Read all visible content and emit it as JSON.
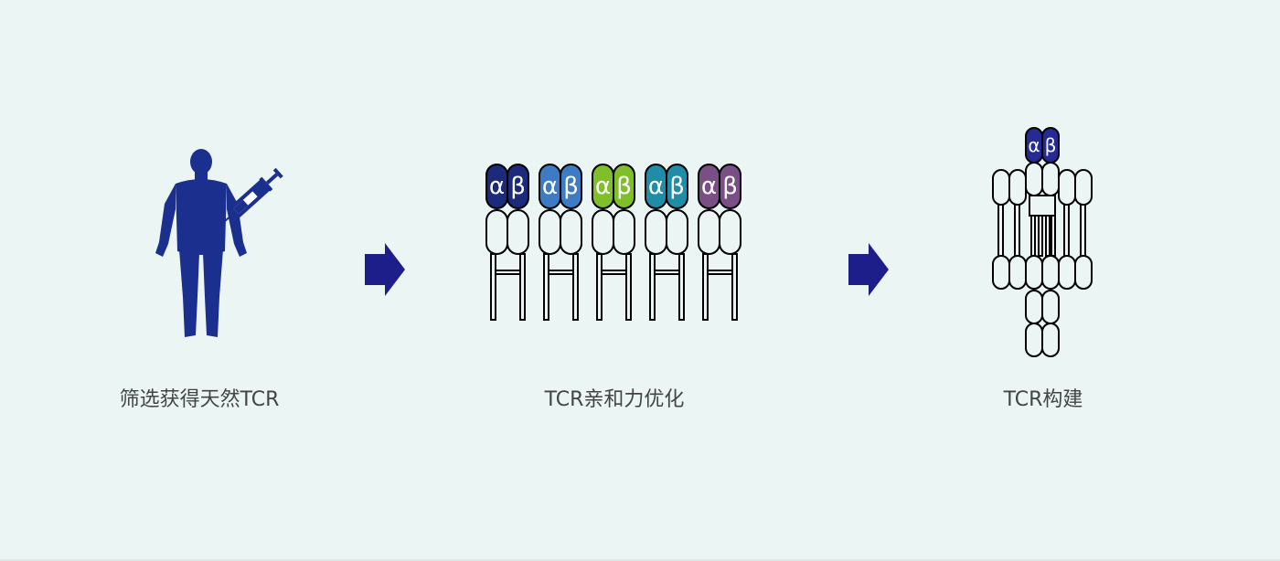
{
  "steps": [
    {
      "label": "筛选获得天然TCR"
    },
    {
      "label": "TCR亲和力优化"
    },
    {
      "label": "TCR构建"
    }
  ],
  "chain_glyphs": {
    "alpha": "α",
    "beta": "β"
  },
  "colors": {
    "background": "#ebf5f4",
    "arrow": "#1e1e8a",
    "silhouette": "#1b2f8e",
    "tcr_variants": [
      "#1b2a7a",
      "#3d7cc4",
      "#7fbf2a",
      "#1f8ca8",
      "#7a4f86"
    ],
    "final_tcr": "#262a95"
  }
}
